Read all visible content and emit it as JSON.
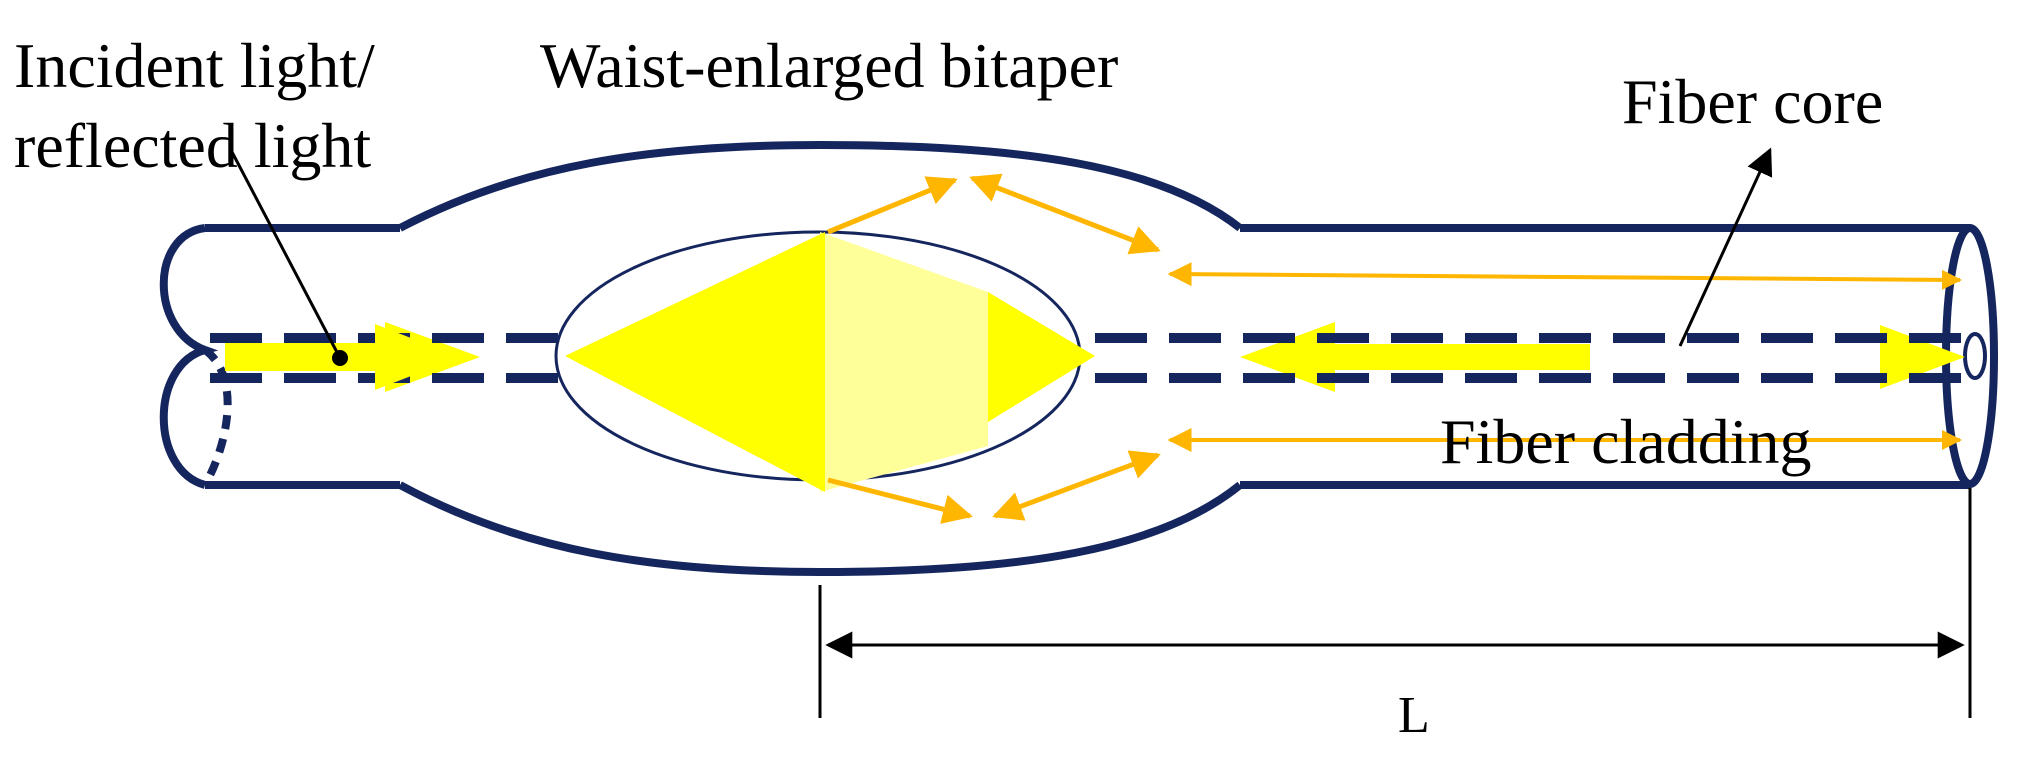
{
  "labels": {
    "incident_line1": "Incident light/",
    "incident_line2": "reflected light",
    "waist": "Waist-enlarged bitaper",
    "core": "Fiber core",
    "cladding": "Fiber cladding",
    "length": "L"
  },
  "colors": {
    "fiber_outline": "#15265e",
    "light_yellow": "#ffff00",
    "pale_yellow": "#ffff99",
    "orange_arrow": "#ffb600",
    "dimension": "#000000"
  }
}
